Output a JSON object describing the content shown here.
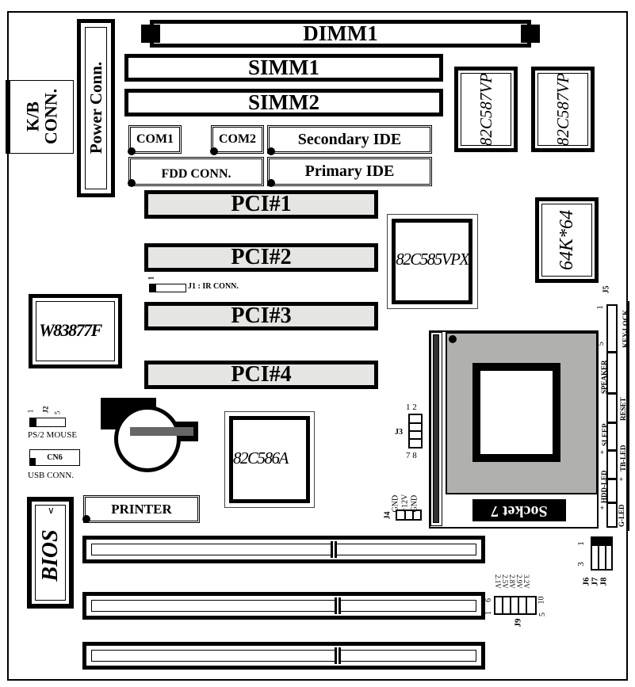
{
  "title": "Motherboard Layout",
  "connectors": {
    "dimm1": "DIMM1",
    "simm1": "SIMM1",
    "simm2": "SIMM2",
    "kb_conn_line1": "K/B",
    "kb_conn_line2": "CONN.",
    "power_conn": "Power Conn.",
    "com1": "COM1",
    "com2": "COM2",
    "secondary_ide": "Secondary IDE",
    "primary_ide": "Primary IDE",
    "fdd_conn": "FDD CONN.",
    "printer": "PRINTER",
    "ir_conn": "J1 : IR CONN.",
    "ir_pin": "1",
    "ps2_mouse": "PS/2 MOUSE",
    "j2": "J2",
    "j2_pin1": "1",
    "j2_pin5": "5",
    "cn6": "CN6",
    "usb_conn": "USB CONN."
  },
  "pci_slots": [
    "PCI#1",
    "PCI#2",
    "PCI#3",
    "PCI#4"
  ],
  "chips": {
    "cache1": "82C587VP",
    "cache2": "82C587VP",
    "northbridge": "82C585VPX",
    "tag_ram": "64K*64",
    "superio": "W83877F",
    "southbridge": "82C586A",
    "bios": "BIOS",
    "cpu_socket": "Socket 7"
  },
  "jumpers": {
    "j3": "J3",
    "j3_top": "1 2",
    "j3_bottom": "7 8",
    "j4": "J4",
    "j4_pins": [
      "GND",
      "+12V",
      "GND"
    ],
    "j5": "J5",
    "j5_pin1": "1",
    "j5_pin5": "5",
    "front_panel": [
      "KEY-LOCK",
      "SPEAKER",
      "RESET",
      "SLEEP",
      "TB-LED",
      "HDD-LED",
      "G-LED"
    ],
    "plus": "+",
    "j6": "J6",
    "j7": "J7",
    "j8": "J8",
    "j678_pin1": "1",
    "j678_pin3": "3",
    "j9": "J9",
    "j9_voltages": [
      "2.1V",
      "2.5V",
      "2.8V",
      "2.9V",
      "3.2V"
    ],
    "j9_pin1": "1",
    "j9_pin6": "6",
    "j9_pin5": "5",
    "j9_pin10": "10"
  },
  "isa_slots": 3
}
